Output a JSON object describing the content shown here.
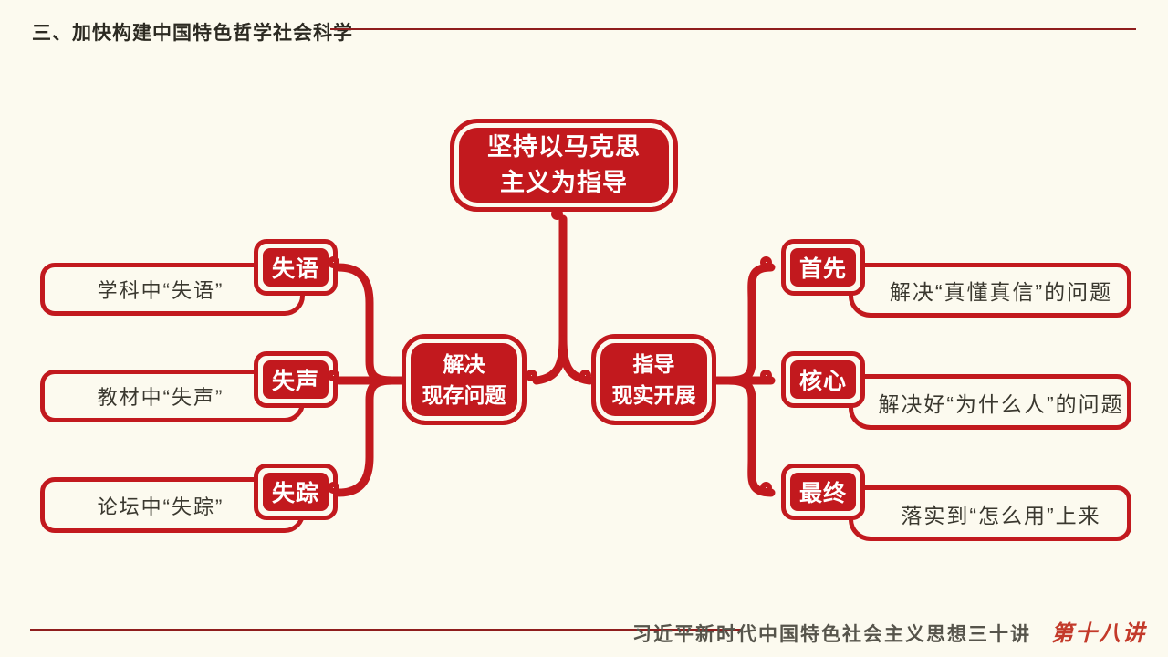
{
  "colors": {
    "background": "#FCFAEF",
    "red": "#C2191E",
    "rule": "#8F1D1D",
    "title_text": "#2C2A22",
    "leaf_text": "#3A382F",
    "footer_text": "#56544B",
    "episode_red": "#C33A2A",
    "node_text": "#FFFFFF"
  },
  "header": {
    "title": "三、加快构建中国特色哲学社会科学"
  },
  "diagram": {
    "root": {
      "line1": "坚持以马克思",
      "line2": "主义为指导"
    },
    "left_hub": {
      "line1": "解决",
      "line2": "现存问题"
    },
    "right_hub": {
      "line1": "指导",
      "line2": "现实开展"
    },
    "left_items": [
      {
        "badge": "失语",
        "label": "学科中“失语”"
      },
      {
        "badge": "失声",
        "label": "教材中“失声”"
      },
      {
        "badge": "失踪",
        "label": "论坛中“失踪”"
      }
    ],
    "right_items": [
      {
        "badge": "首先",
        "label": "解决“真懂真信”的问题"
      },
      {
        "badge": "核心",
        "label": "解决好“为什么人”的问题"
      },
      {
        "badge": "最终",
        "label": "落实到“怎么用”上来"
      }
    ]
  },
  "footer": {
    "series_title": "习近平新时代中国特色社会主义思想三十讲",
    "episode": "第十八讲"
  }
}
